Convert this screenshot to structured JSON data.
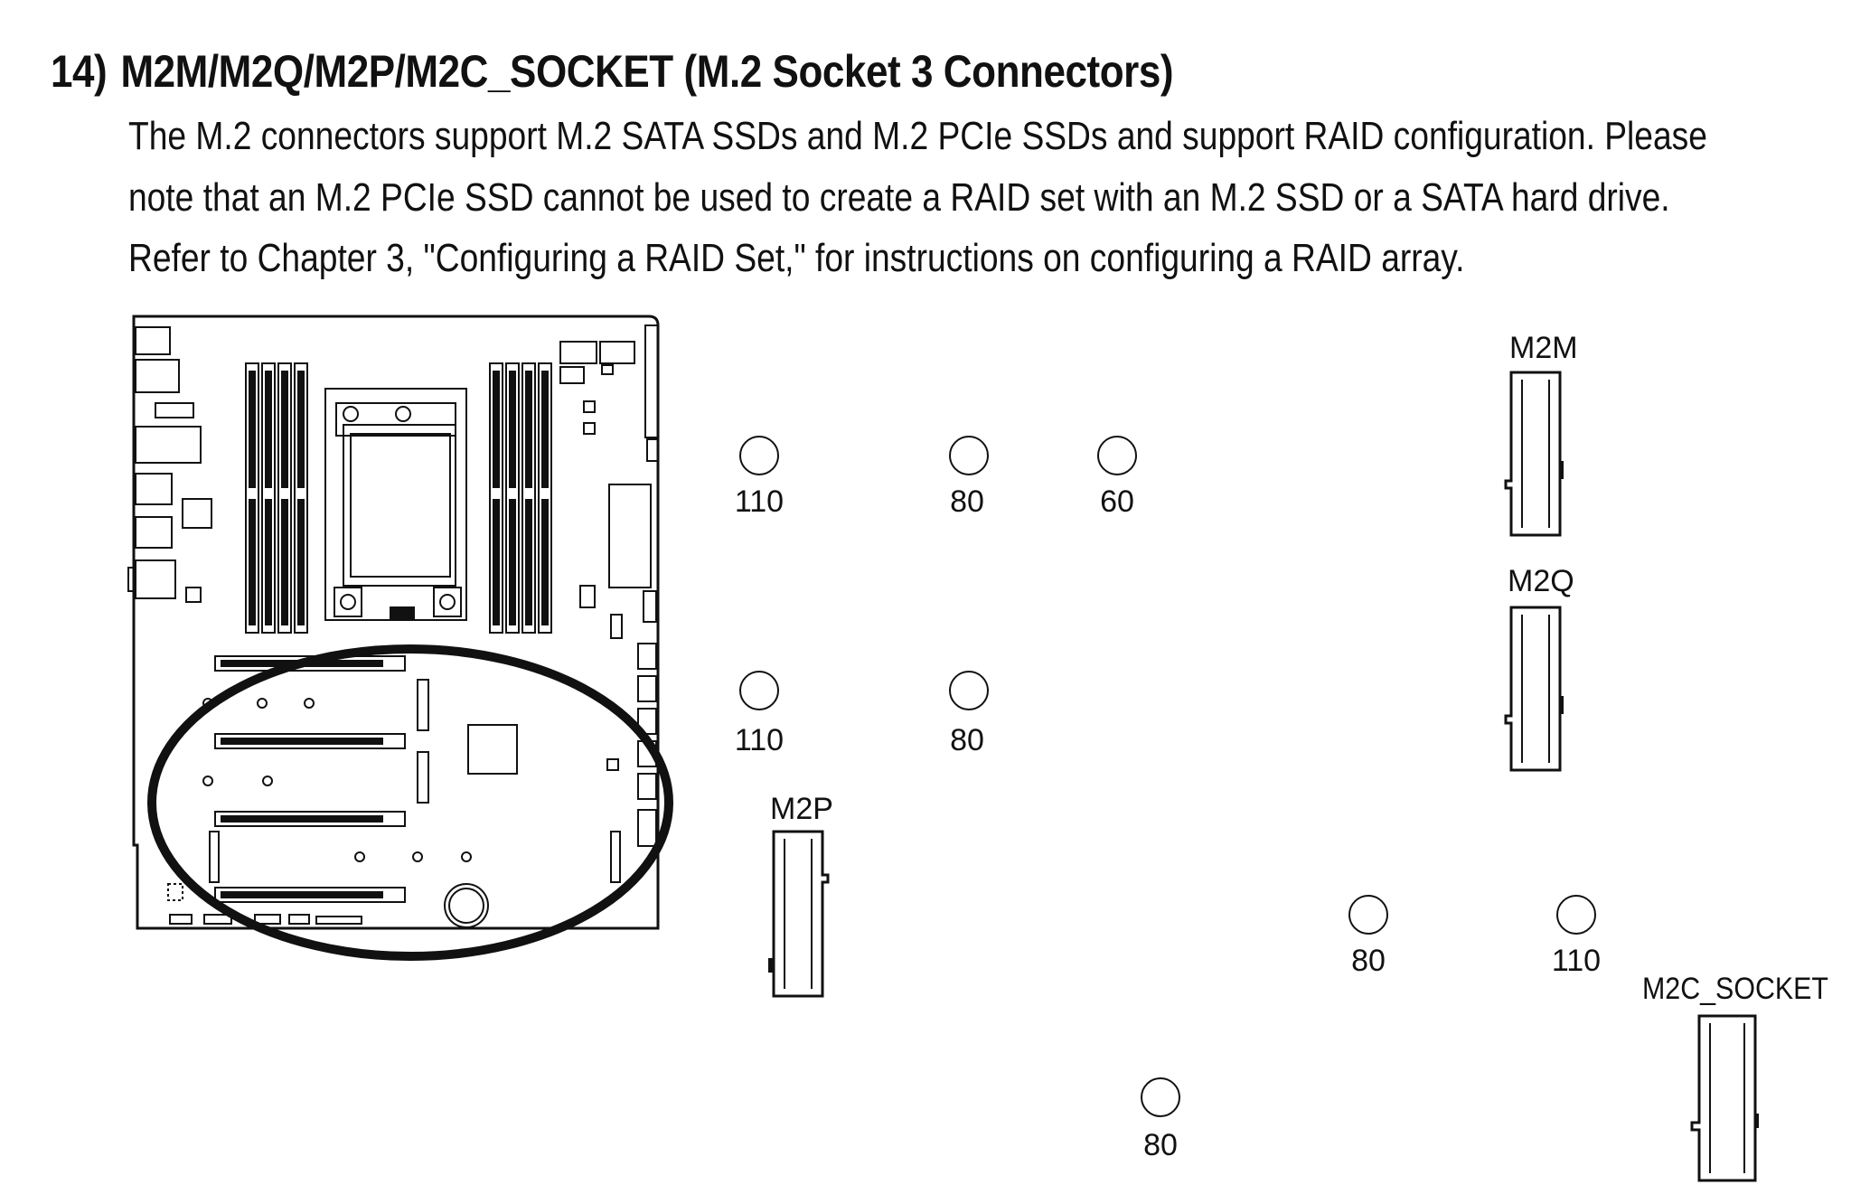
{
  "section": {
    "number": "14)",
    "title": "M2M/M2Q/M2P/M2C_SOCKET (M.2 Socket 3 Connectors)",
    "paragraph_lines": [
      "The M.2 connectors support M.2 SATA SSDs and M.2 PCIe SSDs and support RAID configuration. Please",
      "note that an M.2 PCIe SSD cannot be used to create a RAID set with an M.2 SSD or a SATA hard drive.",
      "Refer to Chapter 3, \"Configuring a RAID Set,\" for instructions on configuring a RAID array."
    ]
  },
  "connectors": {
    "m2m": {
      "label": "M2M",
      "standoffs": [
        "110",
        "80",
        "60"
      ]
    },
    "m2q": {
      "label": "M2Q",
      "standoffs": [
        "110",
        "80"
      ]
    },
    "m2p": {
      "label": "M2P",
      "standoffs": [
        "80"
      ]
    },
    "m2c": {
      "label": "M2C_SOCKET",
      "standoffs": [
        "80",
        "110"
      ]
    }
  }
}
